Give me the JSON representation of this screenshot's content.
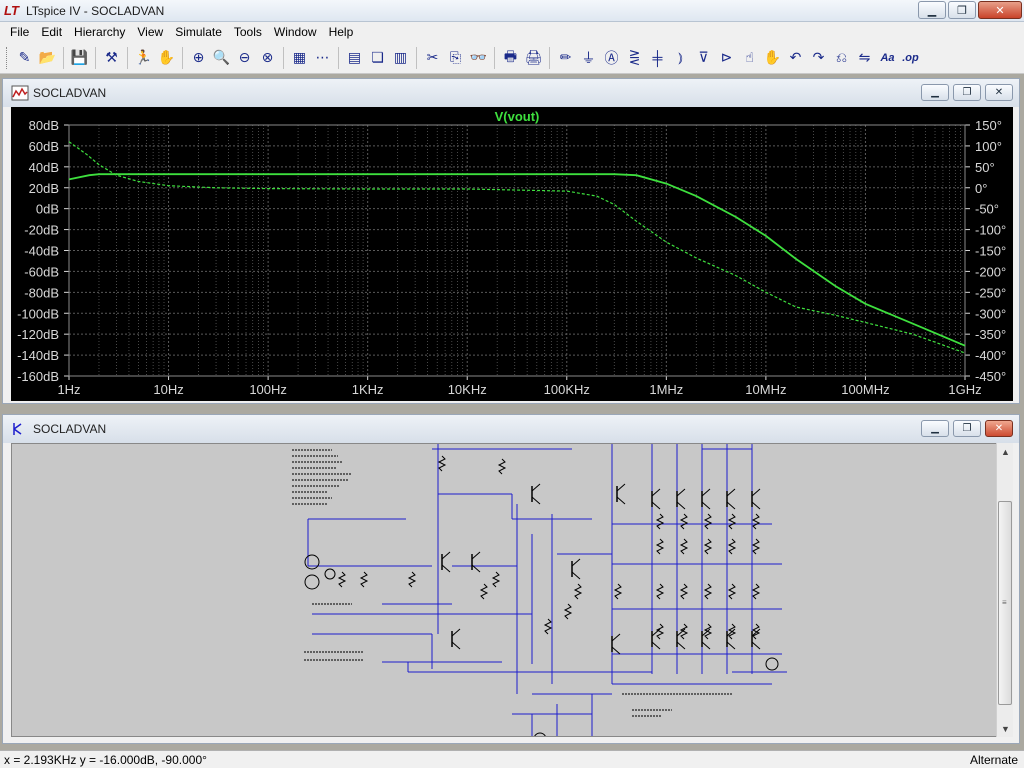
{
  "app": {
    "title": "LTspice IV - SOCLADVAN",
    "icon": "ltspice-logo-icon",
    "brand_color": "#b01010"
  },
  "window_controls": {
    "minimize": "▁",
    "restore": "❐",
    "close": "✕"
  },
  "menu": [
    {
      "label": "File"
    },
    {
      "label": "Edit"
    },
    {
      "label": "Hierarchy"
    },
    {
      "label": "View"
    },
    {
      "label": "Simulate"
    },
    {
      "label": "Tools"
    },
    {
      "label": "Window"
    },
    {
      "label": "Help"
    }
  ],
  "toolbar": {
    "groups": [
      [
        {
          "icon": "new-schematic-icon",
          "glyph": "✎"
        },
        {
          "icon": "open-folder-icon",
          "glyph": "📂"
        }
      ],
      [
        {
          "icon": "save-icon",
          "glyph": "💾"
        }
      ],
      [
        {
          "icon": "control-panel-hammer-icon",
          "glyph": "⚒"
        }
      ],
      [
        {
          "icon": "run-icon",
          "glyph": "🏃"
        },
        {
          "icon": "halt-icon",
          "glyph": "✋"
        }
      ],
      [
        {
          "icon": "zoom-in-icon",
          "glyph": "⊕"
        },
        {
          "icon": "zoom-pan-icon",
          "glyph": "🔍"
        },
        {
          "icon": "zoom-out-icon",
          "glyph": "⊖"
        },
        {
          "icon": "zoom-fit-icon",
          "glyph": "⊗"
        }
      ],
      [
        {
          "icon": "autorange-icon",
          "glyph": "▦"
        },
        {
          "icon": "grid-icon",
          "glyph": "⋯"
        }
      ],
      [
        {
          "icon": "tile-horizontal-icon",
          "glyph": "▤"
        },
        {
          "icon": "cascade-icon",
          "glyph": "❏"
        },
        {
          "icon": "tile-vertical-icon",
          "glyph": "▥"
        }
      ],
      [
        {
          "icon": "cut-icon",
          "glyph": "✂"
        },
        {
          "icon": "copy-icon",
          "glyph": "⎘"
        },
        {
          "icon": "find-binoculars-icon",
          "glyph": "👓"
        }
      ],
      [
        {
          "icon": "print-preview-icon",
          "glyph": "🖶"
        },
        {
          "icon": "print-icon",
          "glyph": "🖨"
        }
      ],
      [
        {
          "icon": "draw-wire-icon",
          "glyph": "✏"
        },
        {
          "icon": "ground-icon",
          "glyph": "⏚"
        },
        {
          "icon": "net-label-icon",
          "glyph": "Ⓐ"
        },
        {
          "icon": "resistor-icon",
          "glyph": "⋛"
        },
        {
          "icon": "capacitor-icon",
          "glyph": "╪"
        },
        {
          "icon": "inductor-icon",
          "glyph": "⦆"
        },
        {
          "icon": "diode-icon",
          "glyph": "⊽"
        },
        {
          "icon": "component-icon",
          "glyph": "⊳"
        },
        {
          "icon": "move-hand-icon",
          "glyph": "☝"
        },
        {
          "icon": "drag-hand-icon",
          "glyph": "✋"
        },
        {
          "icon": "undo-icon",
          "glyph": "↶"
        },
        {
          "icon": "redo-icon",
          "glyph": "↷"
        },
        {
          "icon": "rotate-icon",
          "glyph": "⎌"
        },
        {
          "icon": "mirror-icon",
          "glyph": "⇋"
        },
        {
          "icon": "text-icon",
          "glyph": "Aa"
        },
        {
          "icon": "spice-directive-icon",
          "glyph": ".op"
        }
      ]
    ]
  },
  "plot_window": {
    "title": "SOCLADVAN",
    "icon": "waveform-plot-icon",
    "trace_label": "V(vout)",
    "colors": {
      "background": "#000000",
      "grid": "#5a5a5a",
      "trace": "#3ee03e",
      "axis_text": "#d8d8d8",
      "trace_label": "#3ee03e"
    }
  },
  "chart_data": {
    "type": "line",
    "title": "V(vout)",
    "xscale": "log",
    "x_ticks": [
      "1Hz",
      "10Hz",
      "100Hz",
      "1KHz",
      "10KHz",
      "100KHz",
      "1MHz",
      "10MHz",
      "100MHz",
      "1GHz"
    ],
    "y_left_ticks": [
      "80dB",
      "60dB",
      "40dB",
      "20dB",
      "0dB",
      "-20dB",
      "-40dB",
      "-60dB",
      "-80dB",
      "-100dB",
      "-120dB",
      "-140dB",
      "-160dB"
    ],
    "y_right_ticks": [
      "150°",
      "100°",
      "50°",
      "0°",
      "-50°",
      "-100°",
      "-150°",
      "-200°",
      "-250°",
      "-300°",
      "-350°",
      "-400°",
      "-450°"
    ],
    "ylim_db": [
      -160,
      80
    ],
    "ylim_phase": [
      -450,
      150
    ],
    "xlim_hz": [
      1,
      1000000000
    ],
    "grid": true,
    "series": [
      {
        "name": "magnitude",
        "style": "solid",
        "axis": "left",
        "x": [
          1,
          1.6,
          2,
          3,
          10,
          100,
          1000,
          10000,
          100000,
          300000,
          500000,
          1000000,
          2000000,
          5000000,
          10000000,
          20000000,
          50000000,
          100000000,
          300000000,
          1000000000
        ],
        "y": [
          28,
          32,
          33,
          33,
          33,
          33,
          33,
          33,
          33,
          33,
          32,
          24,
          12,
          -8,
          -26,
          -48,
          -74,
          -91,
          -110,
          -131
        ]
      },
      {
        "name": "phase",
        "style": "dashed",
        "axis": "right",
        "x": [
          1,
          1.5,
          2,
          3,
          5,
          10,
          30,
          100,
          1000,
          10000,
          100000,
          200000,
          300000,
          500000,
          1000000,
          2000000,
          5000000,
          10000000,
          20000000,
          50000000,
          100000000,
          300000000,
          1000000000
        ],
        "y": [
          110,
          80,
          55,
          30,
          15,
          5,
          0,
          -2,
          -3,
          -3,
          -8,
          -20,
          -40,
          -80,
          -130,
          -168,
          -210,
          -250,
          -285,
          -305,
          -322,
          -350,
          -395
        ]
      }
    ]
  },
  "schematic_window": {
    "title": "SOCLADVAN",
    "icon": "schematic-icon",
    "colors": {
      "background": "#c8c8c8",
      "wire": "#1e1ecc",
      "component": "#000000",
      "scrollbar_grip": "≡"
    }
  },
  "status": {
    "coords": "x = 2.193KHz   y = -16.000dB, -90.000°",
    "mode": "Alternate"
  }
}
